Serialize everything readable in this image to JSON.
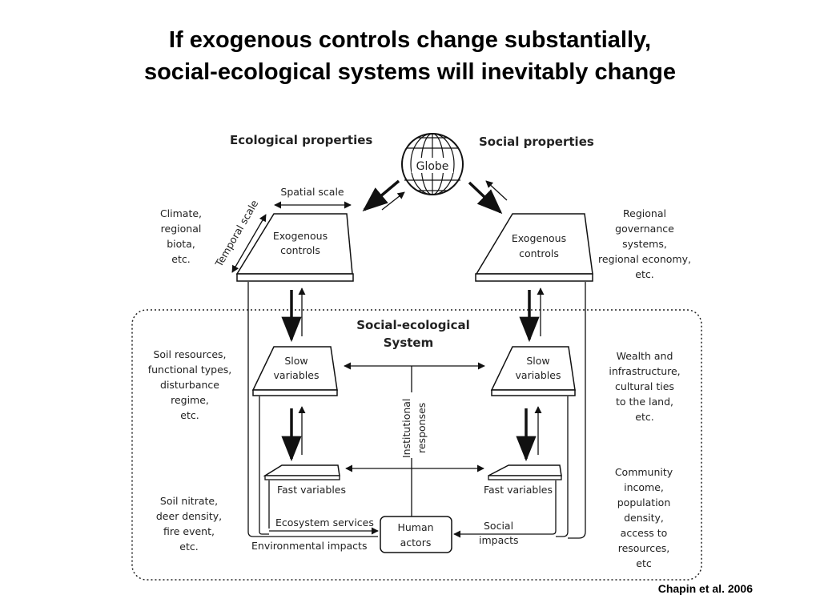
{
  "slide": {
    "title_line1": "If exogenous controls change substantially,",
    "title_line2": "social-ecological systems will inevitably change",
    "citation": "Chapin et al. 2006"
  },
  "diagram": {
    "ecological_header": "Ecological properties",
    "social_header": "Social properties",
    "globe": "Globe",
    "spatial_scale": "Spatial scale",
    "temporal_scale": "Temporal scale",
    "eco_exogenous": [
      "Exogenous",
      "controls"
    ],
    "soc_exogenous": [
      "Exogenous",
      "controls"
    ],
    "ses_title": [
      "Social-ecological",
      "System"
    ],
    "eco_slow": [
      "Slow",
      "variables"
    ],
    "soc_slow": [
      "Slow",
      "variables"
    ],
    "eco_fast": "Fast variables",
    "soc_fast": "Fast variables",
    "institutional": [
      "Institutional",
      "responses"
    ],
    "human_actors": [
      "Human",
      "actors"
    ],
    "ecosystem_services": "Ecosystem services",
    "environmental_impacts": "Environmental impacts",
    "social_impacts": [
      "Social",
      "impacts"
    ],
    "left_exo_examples": [
      "Climate,",
      "regional",
      "biota,",
      "etc."
    ],
    "left_slow_examples": [
      "Soil resources,",
      "functional types,",
      "disturbance",
      "regime,",
      "etc."
    ],
    "left_fast_examples": [
      "Soil nitrate,",
      "deer density,",
      "fire event,",
      "etc."
    ],
    "right_exo_examples": [
      "Regional",
      "governance",
      "systems,",
      "regional economy,",
      "etc."
    ],
    "right_slow_examples": [
      "Wealth and",
      "infrastructure,",
      "cultural ties",
      "to the land,",
      "etc."
    ],
    "right_fast_examples": [
      "Community",
      "income,",
      "population",
      "density,",
      "access to",
      "resources,",
      "etc"
    ]
  }
}
